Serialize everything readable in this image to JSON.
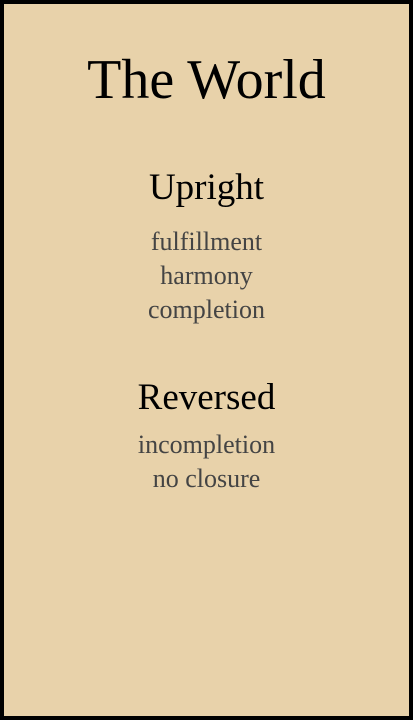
{
  "card": {
    "title": "The World",
    "background_color": "#e8d2aa",
    "border_color": "#000000",
    "text_color": "#000000",
    "keyword_color": "#444444",
    "upright": {
      "heading": "Upright",
      "keywords": [
        "fulfillment",
        "harmony",
        "completion"
      ]
    },
    "reversed": {
      "heading": "Reversed",
      "keywords": [
        "incompletion",
        "no closure"
      ]
    }
  }
}
